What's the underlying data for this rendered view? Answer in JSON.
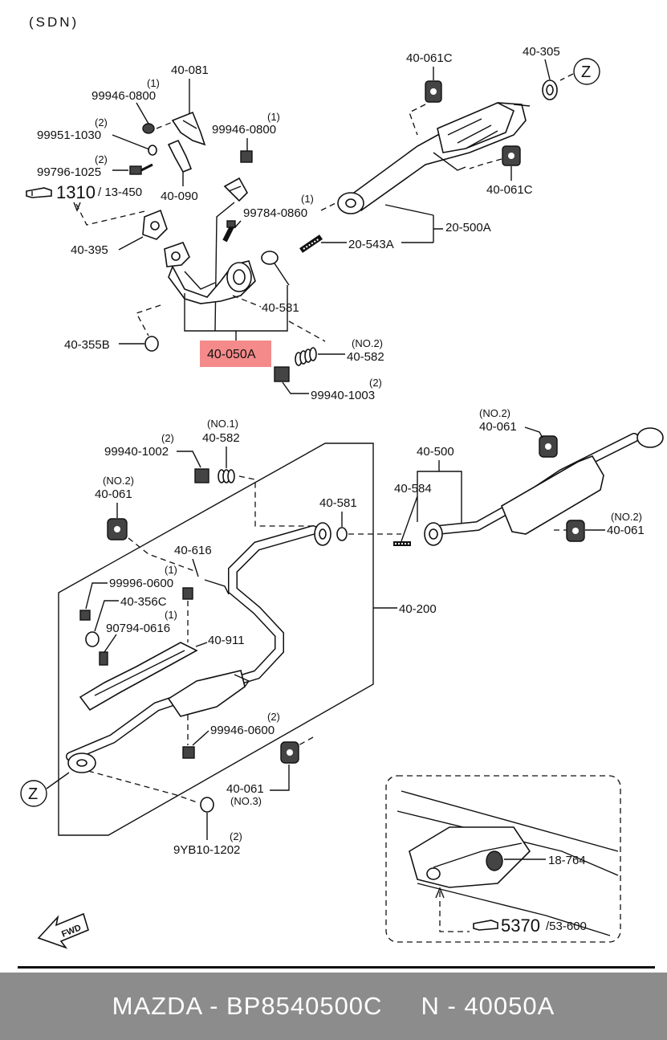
{
  "header": {
    "variant": "(SDN)"
  },
  "callouts": {
    "p40_081": "40-081",
    "p99946_0800a_q": "(1)",
    "p99946_0800a": "99946-0800",
    "p99951_1030_q": "(2)",
    "p99951_1030": "99951-1030",
    "p99796_1025_q": "(2)",
    "p99796_1025": "99796-1025",
    "ref1310": "1310",
    "ref1310_sub": "/ 13-450",
    "p40_090": "40-090",
    "p40_395": "40-395",
    "p99946_0800b_q": "(1)",
    "p99946_0800b": "99946-0800",
    "p99784_0860_q": "(1)",
    "p99784_0860": "99784-0860",
    "p40_061c_top": "40-061C",
    "p40_305": "40-305",
    "z_top": "Z",
    "p40_061c_right": "40-061C",
    "p20_500a": "20-500A",
    "p20_543a": "20-543A",
    "p40_581_top": "40-581",
    "p40_355b": "40-355B",
    "p40_050a": "40-050A",
    "p40_582_top_q": "(NO.2)",
    "p40_582_top": "40-582",
    "p99940_1003_q": "(2)",
    "p99940_1003": "99940-1003",
    "p40_582_mid_q": "(NO.1)",
    "p40_582_mid": "40-582",
    "p99940_1002_q": "(2)",
    "p99940_1002": "99940-1002",
    "p40_061_left_q": "(NO.2)",
    "p40_061_left": "40-061",
    "p40_581_mid": "40-581",
    "p40_500": "40-500",
    "p40_584": "40-584",
    "p40_061_tr_q": "(NO.2)",
    "p40_061_tr": "40-061",
    "p40_061_r_q": "(NO.2)",
    "p40_061_r": "40-061",
    "p40_616": "40-616",
    "p99996_0600_q": "(1)",
    "p99996_0600": "99996-0600",
    "p40_356c": "40-356C",
    "p90794_0616_q": "(1)",
    "p90794_0616": "90794-0616",
    "p40_911": "40-911",
    "p40_200": "40-200",
    "p99946_0600_q": "(2)",
    "p99946_0600": "99946-0600",
    "z_bottom": "Z",
    "p40_061_no3": "40-061",
    "p40_061_no3_q": "(NO.3)",
    "p9yb10_q": "(2)",
    "p9yb10": "9YB10-1202",
    "p18_764": "18-764",
    "ref5370": "5370",
    "ref5370_sub": "/53-600",
    "fwd": "FWD"
  },
  "highlight_color": "#f48a8a",
  "footer": {
    "text": "MAZDA - BP8540500C     N - 40050A"
  }
}
